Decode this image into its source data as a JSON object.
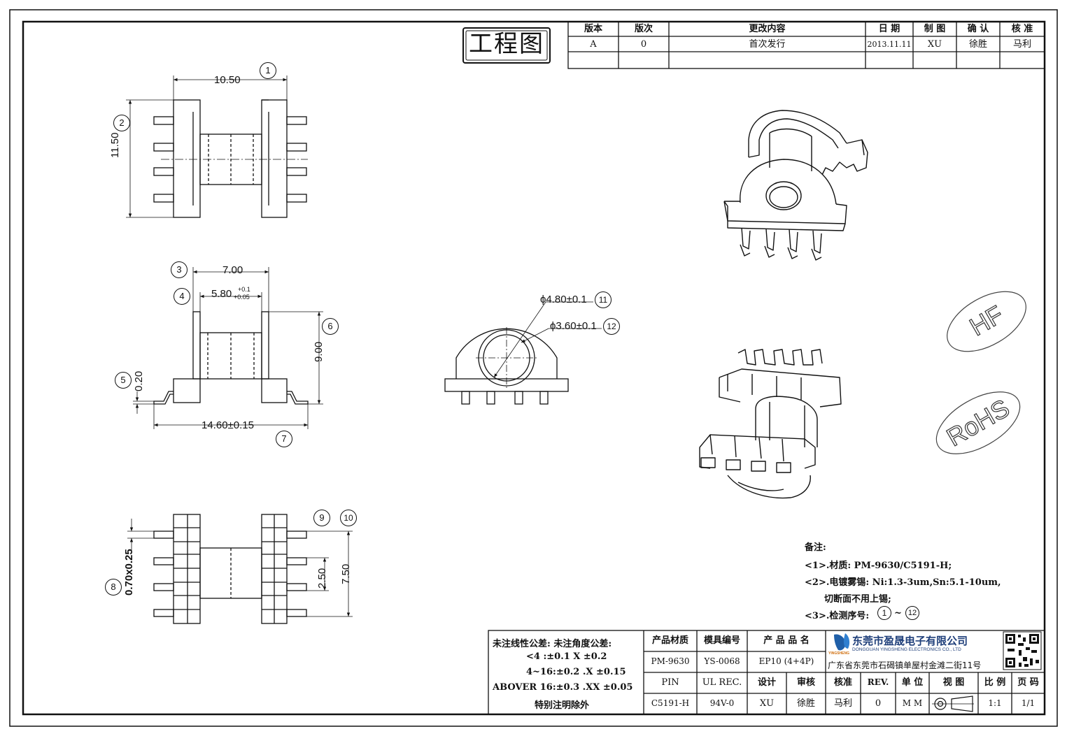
{
  "stamp": "工程图",
  "revision_table": {
    "headers": [
      "版本",
      "版次",
      "更改内容",
      "日 期",
      "制 图",
      "确 认",
      "核 准"
    ],
    "row": [
      "A",
      "0",
      "首次发行",
      "2013.11.11",
      "XU",
      "徐胜",
      "马利"
    ]
  },
  "dimensions": {
    "d_width_top": "10.50",
    "d_height_top": "11.50",
    "d_7": "7.00",
    "d_580": "5.80",
    "d_580_tol_plus": "+0.1",
    "d_580_tol_minus": "+0.05",
    "d_900": "9.00",
    "d_020": "0.20",
    "d_1460": "14.60±0.15",
    "d_phi480": "ϕ4.80±0.1",
    "d_phi360": "ϕ3.60±0.1",
    "d_070": "0.70x0.25",
    "d_250": "2.50",
    "d_750": "7.50"
  },
  "balloons": [
    "1",
    "2",
    "3",
    "4",
    "5",
    "6",
    "7",
    "8",
    "9",
    "10",
    "11",
    "12"
  ],
  "marks": [
    "HF",
    "RoHS"
  ],
  "notes": {
    "title": "备注:",
    "n1": "<1>.材质: PM-9630/C5191-H;",
    "n2": "<2>.电镀雾锡: Ni:1.3-3um,Sn:5.1-10um,",
    "n2b": "切断面不用上锡;",
    "n3_pre": "<3>.检测序号:",
    "n3_from": "1",
    "n3_sep": "~",
    "n3_to": "12"
  },
  "tolerance": {
    "line1": "未注线性公差:  未注角度公差:",
    "line2": "<4 :±0.1   X ±0.2",
    "line3": "4~16:±0.2  .X ±0.15",
    "line4": "ABOVER 16:±0.3  .XX ±0.05",
    "line5": "特别注明除外"
  },
  "title_block": {
    "h_material": "产品材质",
    "h_mold": "模具编号",
    "h_name": "产 品 品 名",
    "v_material": "PM-9630",
    "v_mold": "YS-0068",
    "v_name": "EP10 (4+4P)",
    "h_pin": "PIN",
    "h_ul": "UL REC.",
    "h_design": "设计",
    "h_review": "审核",
    "h_approve": "核准",
    "h_rev": "REV.",
    "h_unit": "单 位",
    "h_view": "视 图",
    "h_scale": "比 例",
    "h_page": "页 码",
    "v_pin": "C5191-H",
    "v_ul": "94V-0",
    "v_design": "XU",
    "v_review": "徐胜",
    "v_approve": "马利",
    "v_rev": "0",
    "v_unit": "M M",
    "v_scale": "1:1",
    "v_page": "1/1",
    "company_cn": "东莞市盈晟电子有限公司",
    "company_en": "DONGGUAN YINGSHENG ELECTRONICS CO., LTD",
    "address": "广东省东莞市石碣镇单屋村金滩二街11号",
    "logo_text": "YINGSHENG"
  }
}
